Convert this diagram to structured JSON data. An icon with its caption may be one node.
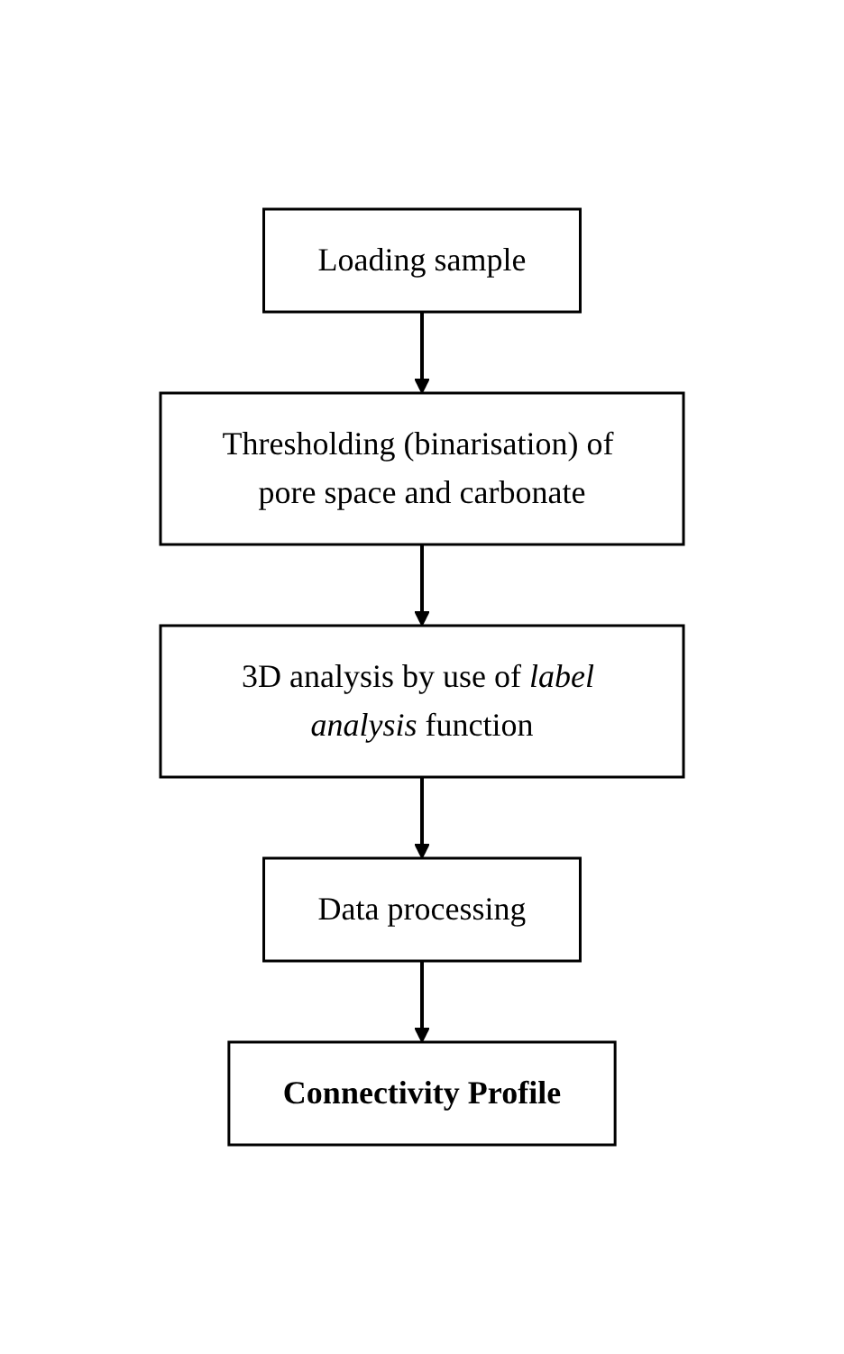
{
  "diagram": {
    "nodes": [
      {
        "text": [
          "Loading sample"
        ]
      },
      {
        "text": [
          "Thresholding (binarisation) of pore space and carbonate"
        ]
      },
      {
        "text": [
          "3D analysis by use of *label analysis* function"
        ]
      },
      {
        "text": [
          "Data processing"
        ]
      },
      {
        "text": [
          "Connectivity Profile"
        ]
      }
    ],
    "edges": [
      {
        "from": 0,
        "to": 1,
        "arrow": "to"
      },
      {
        "from": 1,
        "to": 2,
        "arrow": "to"
      },
      {
        "from": 2,
        "to": 3,
        "arrow": "to"
      },
      {
        "from": 3,
        "to": 4,
        "arrow": "to"
      }
    ]
  }
}
